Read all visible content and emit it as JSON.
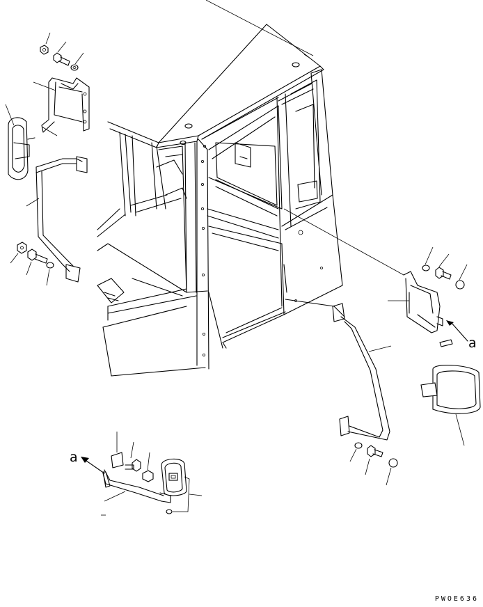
{
  "drawing_code": "PWOE636",
  "callouts": {
    "left_mark": "a",
    "right_mark": "a"
  }
}
